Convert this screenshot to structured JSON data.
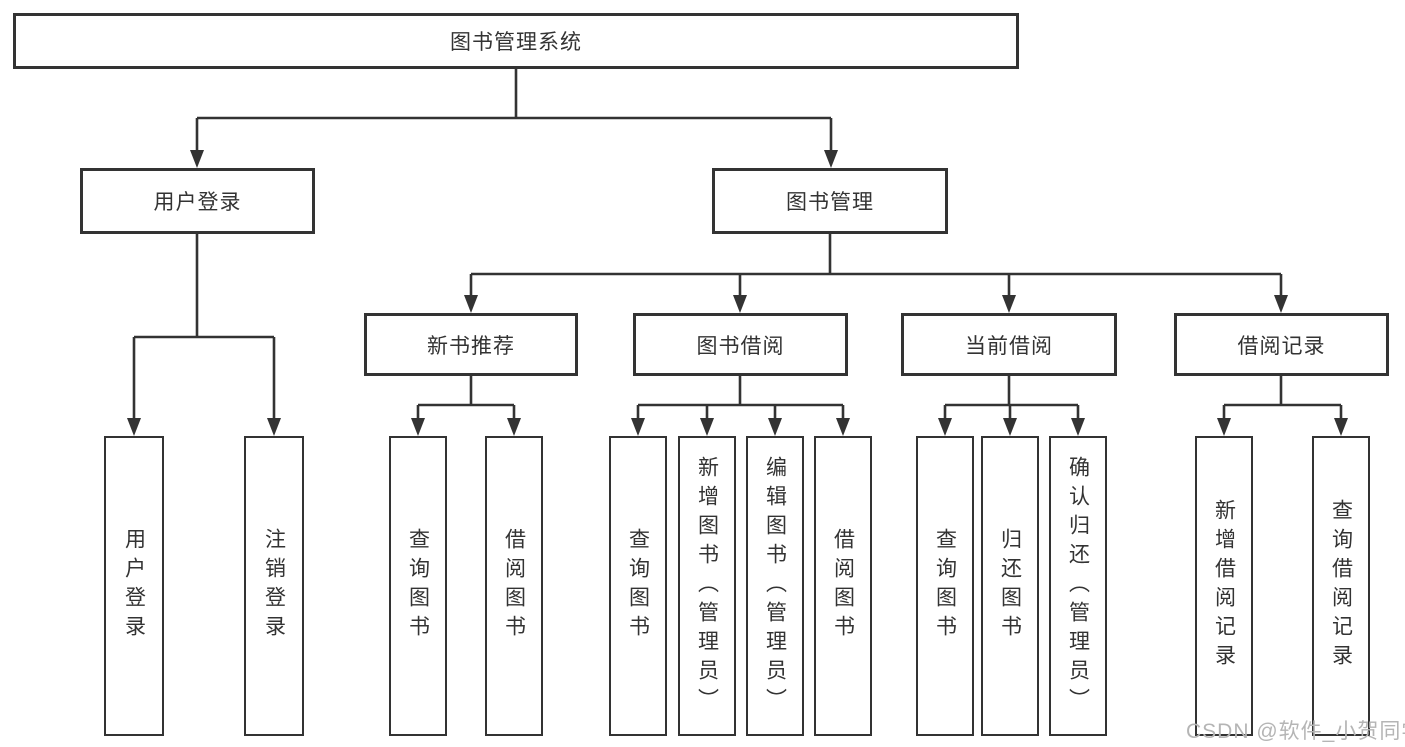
{
  "root": {
    "label": "图书管理系统"
  },
  "tree": {
    "user_login": {
      "label": "用户登录",
      "children": [
        {
          "label": "用户登录"
        },
        {
          "label": "注销登录"
        }
      ]
    },
    "book_mgmt": {
      "label": "图书管理",
      "groups": [
        {
          "label": "新书推荐",
          "children": [
            {
              "label": "查询图书"
            },
            {
              "label": "借阅图书"
            }
          ]
        },
        {
          "label": "图书借阅",
          "children": [
            {
              "label": "查询图书"
            },
            {
              "label": "新增图书（管理员）"
            },
            {
              "label": "编辑图书（管理员）"
            },
            {
              "label": "借阅图书"
            }
          ]
        },
        {
          "label": "当前借阅",
          "children": [
            {
              "label": "查询图书"
            },
            {
              "label": "归还图书"
            },
            {
              "label": "确认归还（管理员）"
            }
          ]
        },
        {
          "label": "借阅记录",
          "children": [
            {
              "label": "新增借阅记录"
            },
            {
              "label": "查询借阅记录"
            }
          ]
        }
      ]
    }
  },
  "watermark": "CSDN @软件_小贺同学",
  "colors": {
    "line": "#333333",
    "text": "#333333",
    "watermark": "#b5b5b5",
    "background": "#ffffff"
  }
}
